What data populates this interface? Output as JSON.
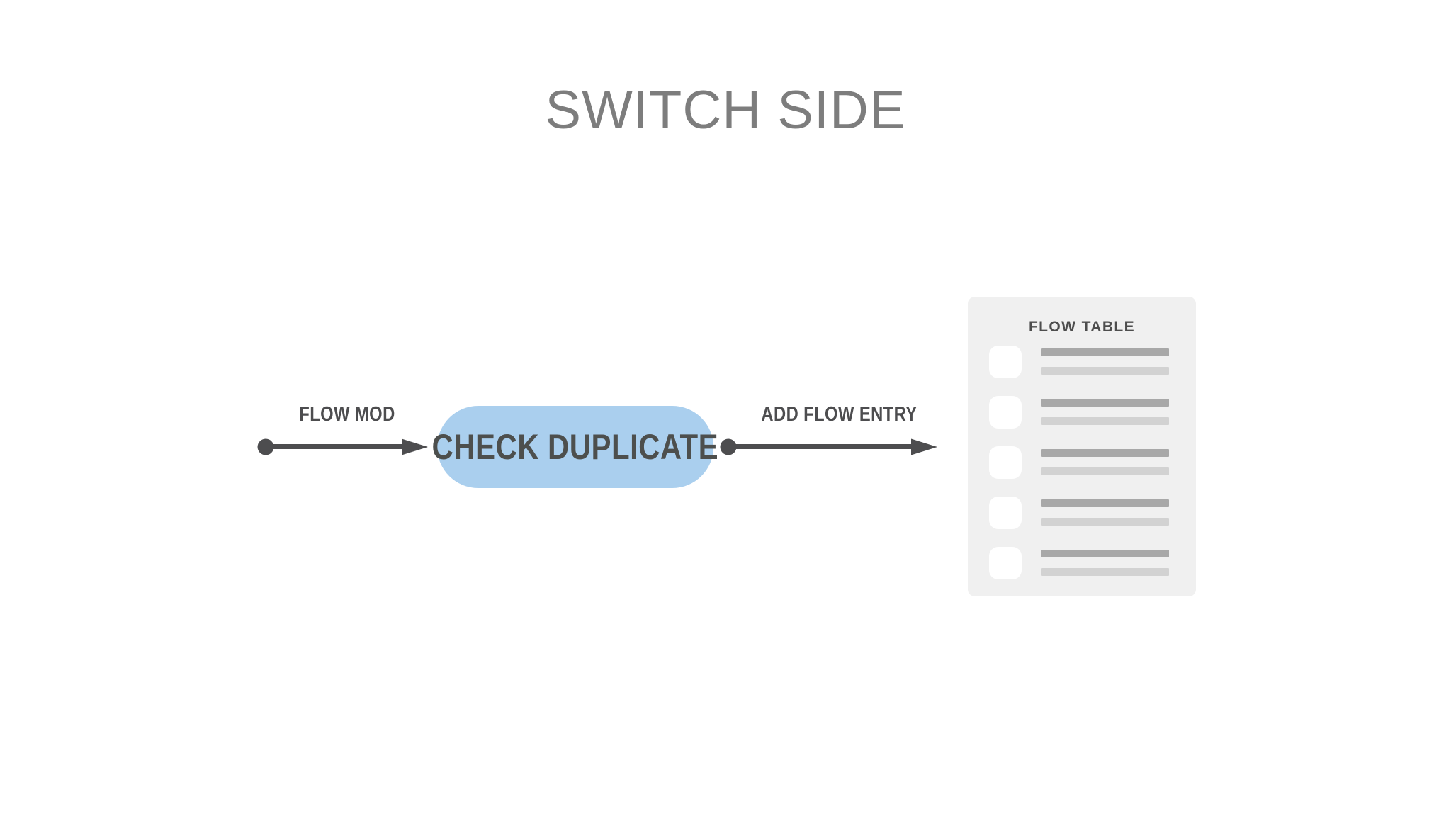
{
  "page": {
    "title": "SWITCH SIDE",
    "background_color": "#ffffff",
    "title_color": "#7d7d7d"
  },
  "diagram": {
    "type": "flow-diagram",
    "connectors": [
      {
        "name": "flow-mod",
        "label": "FLOW MOD",
        "from": "input-source",
        "to": "check-duplicate",
        "color": "#4d4d4f",
        "start_marker": "dot",
        "end_marker": "arrow"
      },
      {
        "name": "add-flow-entry",
        "label": "ADD FLOW ENTRY",
        "from": "check-duplicate",
        "to": "flow-table",
        "color": "#4d4d4f",
        "start_marker": "dot",
        "end_marker": "arrow"
      }
    ],
    "nodes": [
      {
        "name": "check-duplicate",
        "label": "CHECK DUPLICATE",
        "shape": "pill",
        "fill_color": "#aacfee",
        "text_color": "#4d4f4d"
      }
    ],
    "flow_table": {
      "title": "FLOW TABLE",
      "card_color": "#f0f0f0",
      "title_color": "#4d4d4d",
      "checkbox_color": "#ffffff",
      "bar_primary_color": "#a8a8a8",
      "bar_secondary_color": "#d2d2d2",
      "row_count": 5,
      "rows": [
        {
          "name": "flow-entry-row-1"
        },
        {
          "name": "flow-entry-row-2"
        },
        {
          "name": "flow-entry-row-3"
        },
        {
          "name": "flow-entry-row-4"
        },
        {
          "name": "flow-entry-row-5"
        }
      ]
    }
  }
}
